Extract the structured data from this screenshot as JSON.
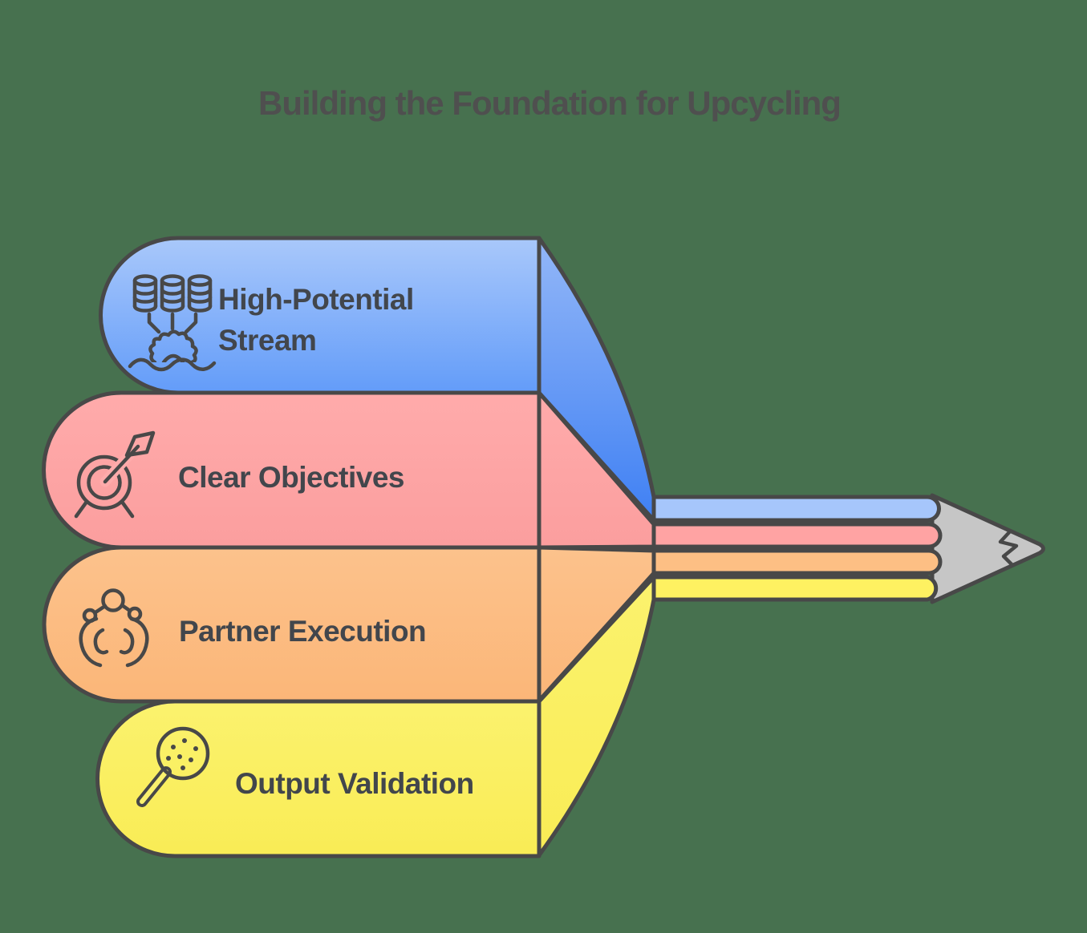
{
  "title": "Building the Foundation for Upcycling",
  "palette": {
    "background": "#47714f",
    "outline": "#484848",
    "title_text": "#4f4f4f",
    "label_text": "#42464c"
  },
  "sections": [
    {
      "label": "High-Potential Stream",
      "lines": [
        "High-Potential",
        "Stream"
      ],
      "icon": "database-streams-gear-water-icon",
      "banner_top": "#a9c8fa",
      "banner_bottom": "#639cf9",
      "fold_top": "#93b7f8",
      "fold_bottom": "#3f80f3",
      "stripe": "#a6c6fb"
    },
    {
      "label": "Clear Objectives",
      "lines": [
        "Clear Objectives"
      ],
      "icon": "target-dart-icon",
      "banner_top": "#ffabab",
      "banner_bottom": "#fb9e9e",
      "stripe": "#ffa3a3"
    },
    {
      "label": "Partner Execution",
      "lines": [
        "Partner Execution"
      ],
      "icon": "hands-molecule-icon",
      "banner_top": "#fcc28c",
      "banner_bottom": "#fbb678",
      "stripe": "#fdbf84"
    },
    {
      "label": "Output Validation",
      "lines": [
        "Output Validation"
      ],
      "icon": "magnifier-particles-icon",
      "banner_top": "#fbf26e",
      "banner_bottom": "#f9ec55",
      "stripe": "#fef161"
    }
  ],
  "pencil": {
    "tip_color": "#c6c6c6"
  }
}
